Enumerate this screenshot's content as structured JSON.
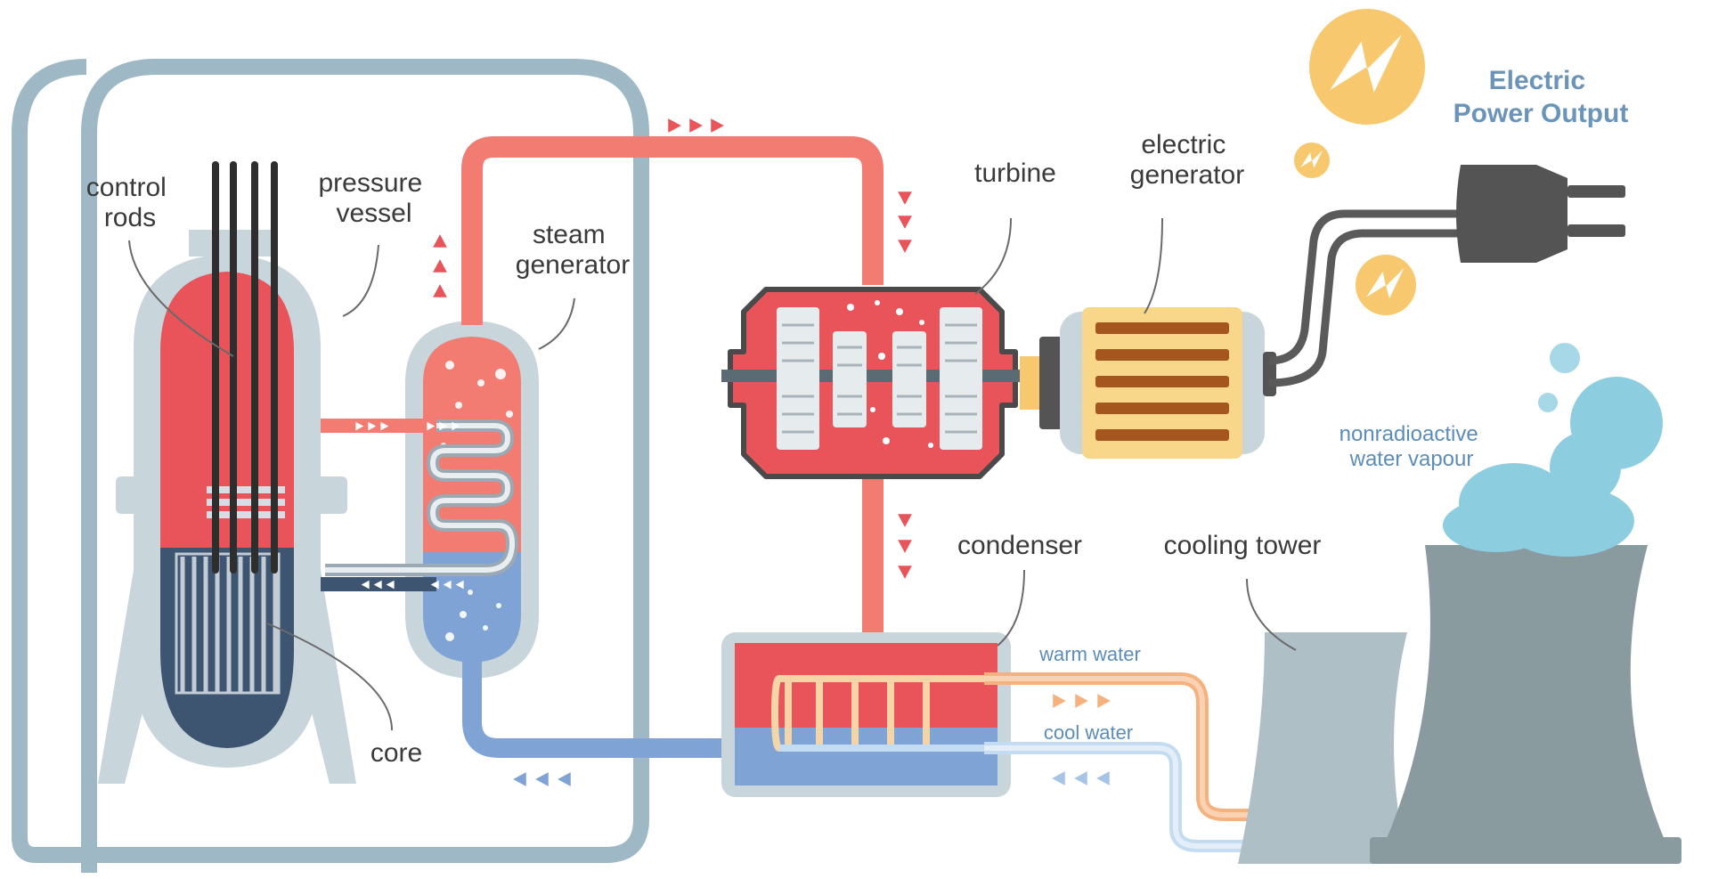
{
  "labels": {
    "control_rods": [
      "control",
      "rods"
    ],
    "pressure_vessel": [
      "pressure",
      "vessel"
    ],
    "steam_generator": [
      "steam",
      "generator"
    ],
    "turbine": "turbine",
    "electric_generator": [
      "electric",
      "generator"
    ],
    "electric_power_output": [
      "Electric",
      "Power Output"
    ],
    "nonradioactive_water_vapour": [
      "nonradioactive",
      "water vapour"
    ],
    "condenser": "condenser",
    "cooling_tower": "cooling tower",
    "warm_water": "warm water",
    "cool_water": "cool water",
    "core": "core"
  },
  "colors": {
    "containment": "#9fb8c5",
    "reactor_hot": "#e8545a",
    "reactor_cold": "#3e5572",
    "steam_pipe": "#f27c72",
    "cold_pipe": "#7fa3d4",
    "generator_yellow": "#f8d68a",
    "plug_gray": "#545454",
    "tower_gray": "#8a9ba0",
    "vapour_blue": "#8dcde0",
    "lightning_yellow": "#f7c86d",
    "warm_water": "#f5b27f",
    "cool_water": "#c4dcf2"
  },
  "icons": [
    "lightning-bolt-icon",
    "plug-icon",
    "flow-arrow-icon",
    "steam-cloud-icon"
  ]
}
